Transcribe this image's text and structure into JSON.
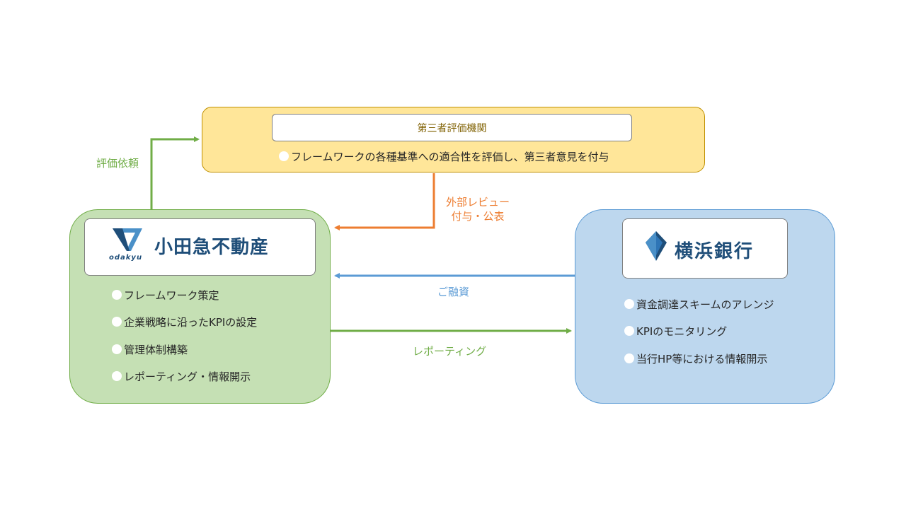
{
  "third_party": {
    "title": "第三者評価機関",
    "description": "フレームワークの各種基準への適合性を評価し、第三者意見を付与"
  },
  "odakyu": {
    "logo_roman": "odakyu",
    "logo_name": "小田急不動産",
    "items": [
      "フレームワーク策定",
      "企業戦略に沿ったKPIの設定",
      "管理体制構築",
      "レポーティング・情報開示"
    ]
  },
  "yokohama": {
    "logo_name": "横浜銀行",
    "items": [
      "資金調達スキームのアレンジ",
      "KPIのモニタリング",
      "当行HP等における情報開示"
    ]
  },
  "flows": {
    "evaluation_request": "評価依頼",
    "external_review_line1": "外部レビュー",
    "external_review_line2": "付与・公表",
    "financing": "ご融資",
    "reporting": "レポーティング"
  },
  "colors": {
    "third_party_fill": "#ffe699",
    "odakyu_fill": "#c5e0b4",
    "yokohama_fill": "#bdd7ee",
    "green_arrow": "#70ad47",
    "orange_arrow": "#ed7d31",
    "blue_arrow": "#5b9bd5",
    "logo_navy": "#1f4e79"
  }
}
